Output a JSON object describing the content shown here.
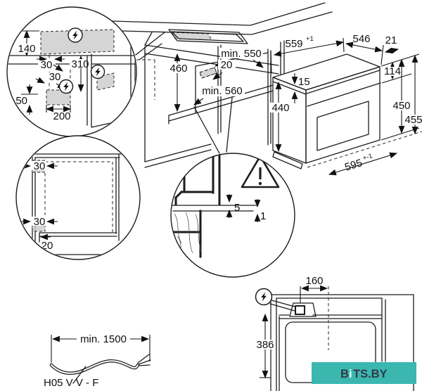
{
  "diagram": {
    "title": "oven-installation-diagram",
    "electrical_detail": {
      "d140": "140",
      "d30_top": "30",
      "d310": "310",
      "d30_mid": "30",
      "d50": "50",
      "d200": "200"
    },
    "cabinet_view": {
      "d460": "460",
      "d550": "min. 550",
      "d20": "20",
      "d560": "min. 560"
    },
    "oven": {
      "d559": "559",
      "d559_tol": "+1",
      "d546": "546",
      "d21": "21",
      "d15": "15",
      "d114": "114",
      "d440": "440",
      "d450": "450",
      "d455": "455",
      "d595": "595",
      "d595_tol": "+-1"
    },
    "gap_detail": {
      "d5": "5",
      "d1": "1"
    },
    "front_detail": {
      "d30_top": "30",
      "d30_bottom": "30",
      "d20": "20"
    },
    "cable": {
      "length": "min. 1500",
      "spec": "H05 V V - F"
    },
    "rear_view": {
      "d160": "160",
      "d386": "386"
    },
    "watermark": {
      "part1": "B",
      "part2": "i",
      "part3": "TS.BY"
    },
    "colors": {
      "line": "#1c1c1c",
      "connection_zone": "#cbcbcb",
      "watermark_bg": "#3bb7b0",
      "watermark_dark": "#333a44",
      "watermark_light": "#eafffe"
    }
  }
}
